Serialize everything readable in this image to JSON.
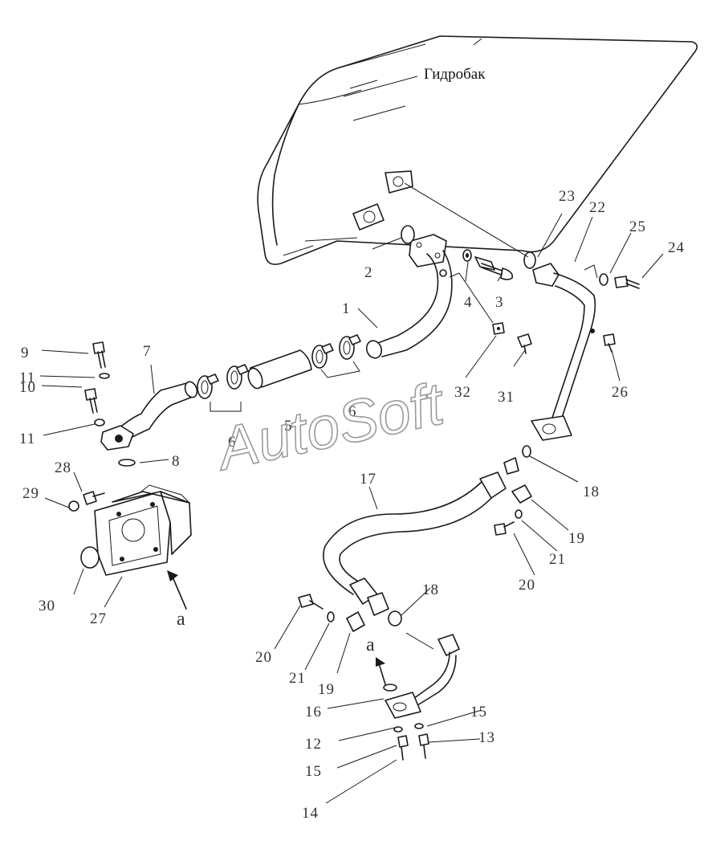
{
  "title": "Гидробак",
  "view_marker": "a",
  "watermark": "AutoSoft",
  "labels": {
    "l1": "1",
    "l2": "2",
    "l3": "3",
    "l4": "4",
    "l5": "5",
    "l6": "6",
    "l6b": "6",
    "l7": "7",
    "l8": "8",
    "l9": "9",
    "l10": "10",
    "l11a": "11",
    "l11b": "11",
    "l12": "12",
    "l13": "13",
    "l14": "14",
    "l15a": "15",
    "l15b": "15",
    "l16": "16",
    "l17": "17",
    "l18a": "18",
    "l18b": "18",
    "l19a": "19",
    "l19b": "19",
    "l20a": "20",
    "l20b": "20",
    "l21a": "21",
    "l21b": "21",
    "l22": "22",
    "l23": "23",
    "l24": "24",
    "l25": "25",
    "l26": "26",
    "l27": "27",
    "l28": "28",
    "l29": "29",
    "l30": "30",
    "l31": "31",
    "l32": "32"
  },
  "colors": {
    "line": "#1a1a1a",
    "label": "#333333",
    "watermark": "#9a9a9a",
    "background": "#ffffff"
  }
}
